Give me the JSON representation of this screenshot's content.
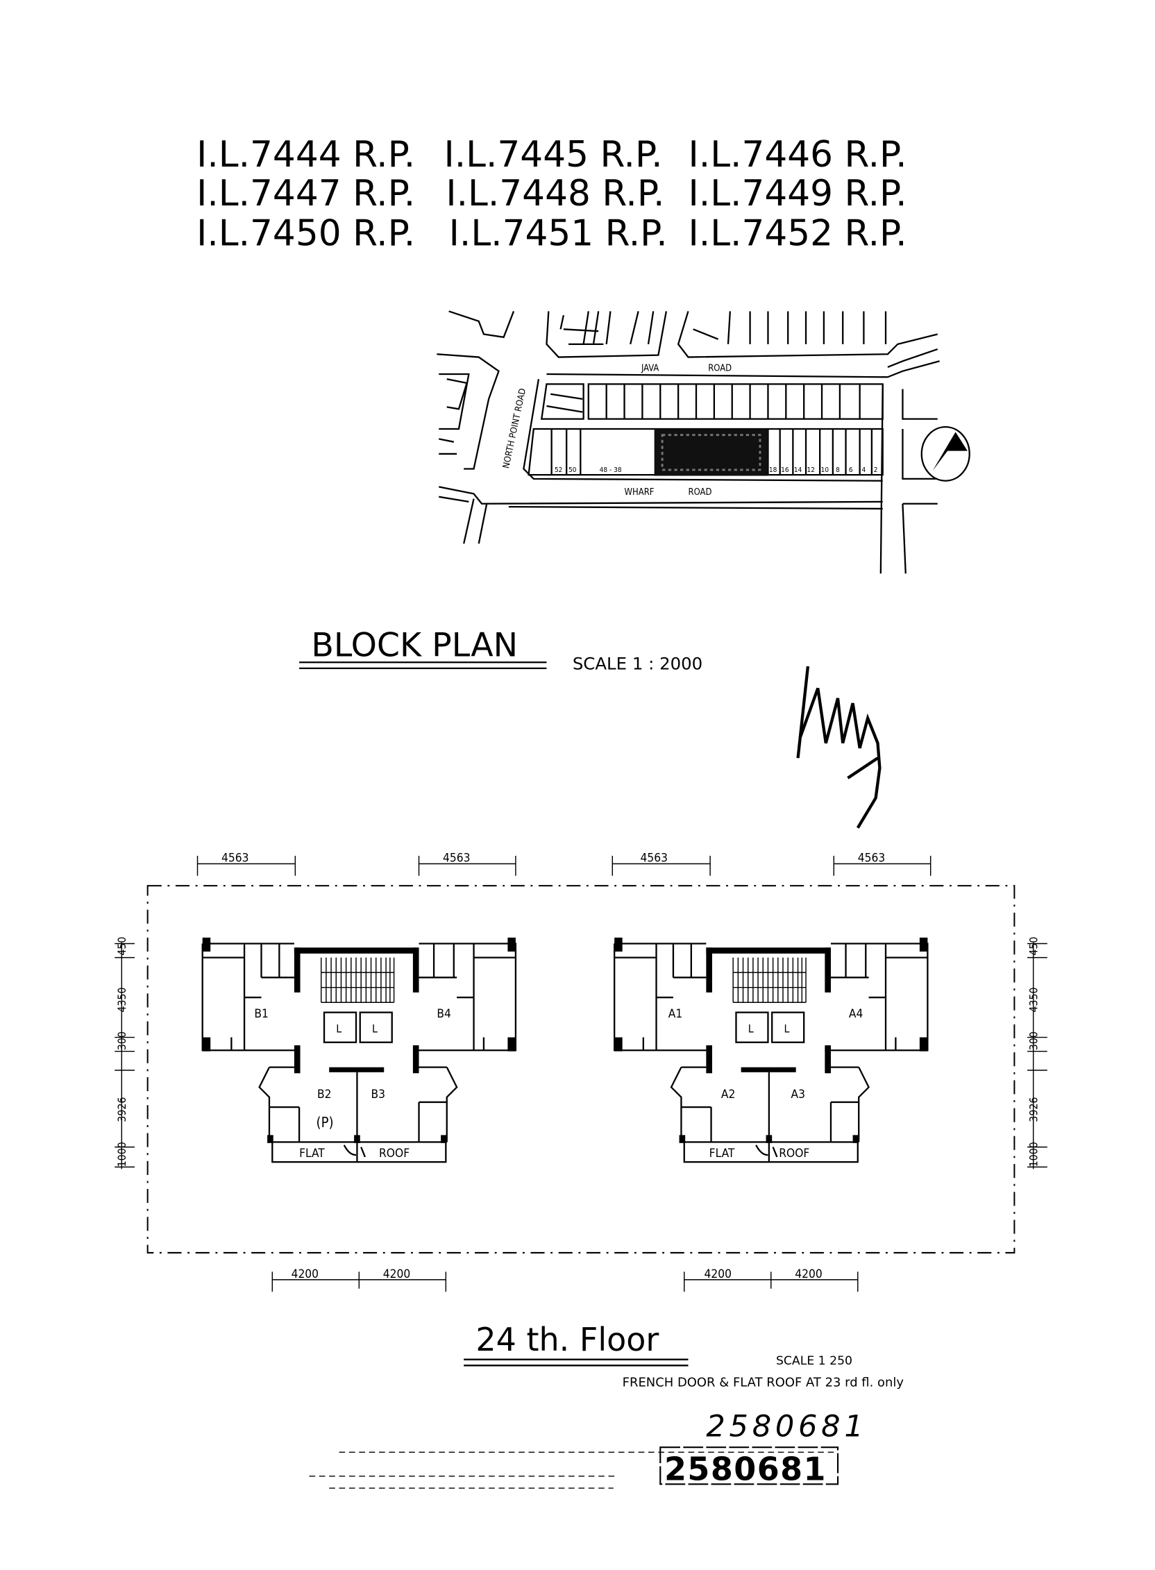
{
  "lots": [
    [
      "I.L.7444 R.P.",
      "I.L.7445 R.P.",
      "I.L.7446 R.P."
    ],
    [
      "I.L.7447 R.P.",
      "I.L.7448 R.P.",
      "I.L.7449 R.P."
    ],
    [
      "I.L.7450 R.P.",
      "I.L.7451 R.P.",
      "I.L.7452 R.P."
    ]
  ],
  "block_plan": {
    "title": "BLOCK PLAN",
    "scale": "SCALE  1 : 2000",
    "roads": {
      "java": "JAVA",
      "java_road": "ROAD",
      "north_point": "NORTH  POINT  ROAD",
      "wharf": "WHARF",
      "wharf_road": "ROAD"
    },
    "lot_numbers": [
      "52",
      "50",
      "48 - 38",
      "18",
      "16",
      "14",
      "12",
      "10",
      "8",
      "6",
      "4",
      "2"
    ]
  },
  "floor_plan": {
    "title": "24 th.  Floor",
    "scale": "SCALE  1 250",
    "note": "FRENCH DOOR & FLAT ROOF  AT 23 rd fl. only",
    "top_dims": [
      "4563",
      "4563",
      "4563",
      "4563"
    ],
    "bottom_dims": [
      "4200",
      "4200",
      "4200",
      "4200"
    ],
    "side_dims": [
      "450",
      "4350",
      "300",
      "3926",
      "1000"
    ],
    "block_b": {
      "units": [
        "B1",
        "B4",
        "B2",
        "B3"
      ],
      "refuge": "(P)",
      "lift": "L",
      "flat": "FLAT",
      "roof": "ROOF"
    },
    "block_a": {
      "units": [
        "A1",
        "A4",
        "A2",
        "A3"
      ],
      "lift": "L",
      "flat": "FLAT",
      "roof": "ROOF"
    }
  },
  "handwritten_number": "2580681",
  "stamp_number": "2580681"
}
